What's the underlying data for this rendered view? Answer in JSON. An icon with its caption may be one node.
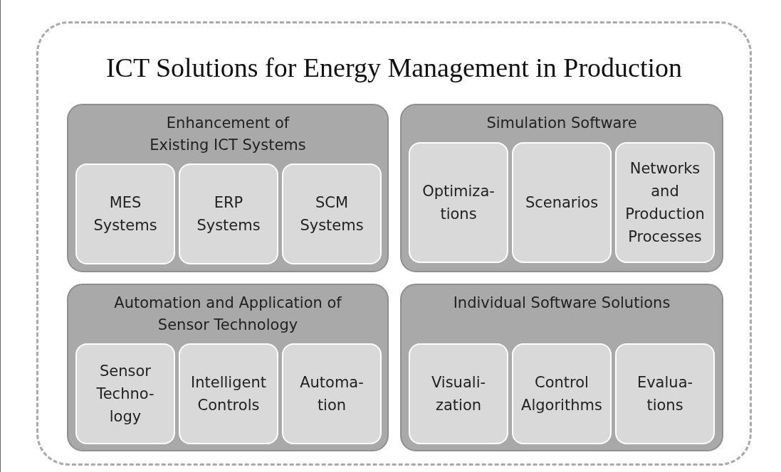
{
  "diagram": {
    "nodes": [
      {
        "text": [
          "ICT Solutions for Energy Management in Production"
        ]
      },
      {
        "text": [
          "Enhancement of Existing ICT Systems"
        ],
        "in": 0
      },
      {
        "text": [
          "MES Systems"
        ],
        "in": 1
      },
      {
        "text": [
          "ERP Systems"
        ],
        "in": 1
      },
      {
        "text": [
          "SCM Systems"
        ],
        "in": 1
      },
      {
        "text": [
          "Simulation Software"
        ],
        "in": 0
      },
      {
        "text": [
          "Optimiza- tions"
        ],
        "in": 5
      },
      {
        "text": [
          "Scenarios"
        ],
        "in": 5
      },
      {
        "text": [
          "Networks and Production Processes"
        ],
        "in": 5
      },
      {
        "text": [
          "Automation and Application of Sensor Technology"
        ],
        "in": 0
      },
      {
        "text": [
          "Sensor Techno- logy"
        ],
        "in": 9
      },
      {
        "text": [
          "Intelligent Controls"
        ],
        "in": 9
      },
      {
        "text": [
          "Automa- tion"
        ],
        "in": 9
      },
      {
        "text": [
          "Individual Software Solutions"
        ],
        "in": 0
      },
      {
        "text": [
          "Visuali- zation"
        ],
        "in": 13
      },
      {
        "text": [
          "Control Algorithms"
        ],
        "in": 13
      },
      {
        "text": [
          "Evalua- tions"
        ],
        "in": 13
      }
    ]
  }
}
